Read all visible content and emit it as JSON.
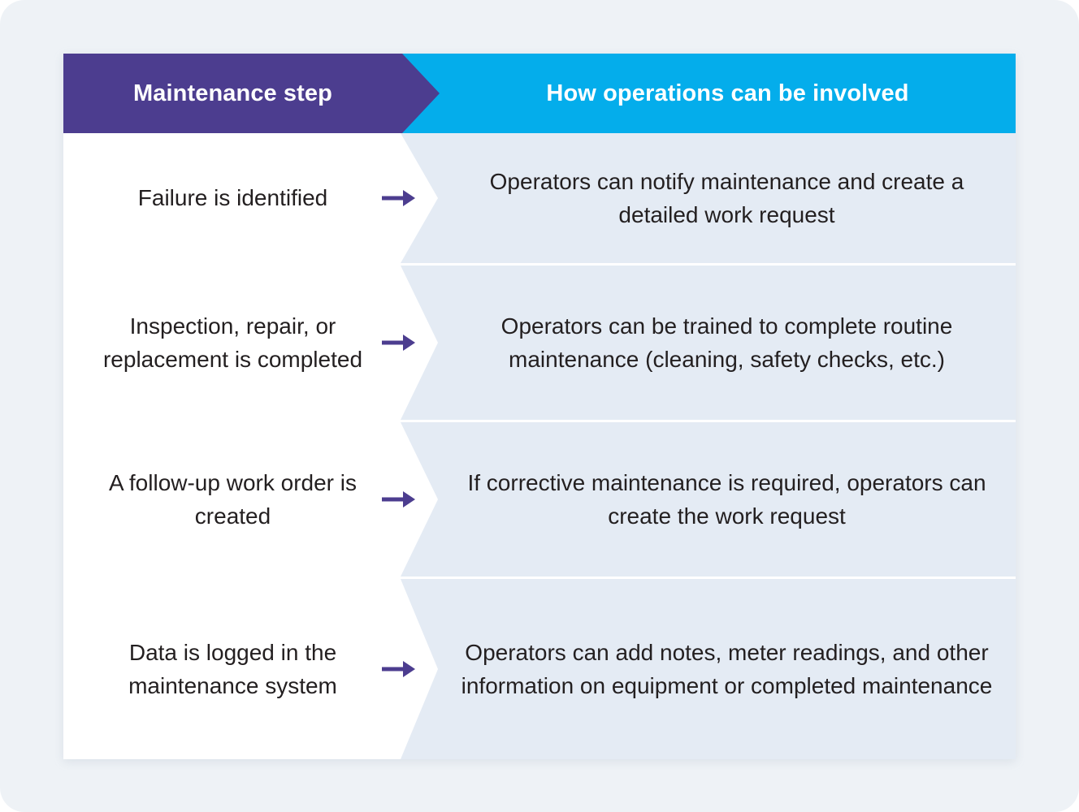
{
  "theme": {
    "page_background": "#EEF2F6",
    "header_left_color": "#4C3D8F",
    "header_right_color": "#04ADEB",
    "row_left_color": "#FFFFFF",
    "row_right_color": "#E4EBF4",
    "arrow_color": "#4C3D8F",
    "text_color": "#231F20",
    "header_text_color": "#FFFFFF"
  },
  "table": {
    "headers": {
      "left": "Maintenance step",
      "right": "How operations can be involved"
    },
    "arrow_icon": "arrow-right-icon",
    "rows": [
      {
        "step": "Failure is identified",
        "involvement": "Operators can notify maintenance and create a detailed work request"
      },
      {
        "step": "Inspection, repair, or replacement is completed",
        "involvement": "Operators can be trained to complete routine maintenance (cleaning, safety checks, etc.)"
      },
      {
        "step": "A follow-up work order is created",
        "involvement": "If corrective maintenance is required, operators can create the work request"
      },
      {
        "step": "Data is logged in the maintenance system",
        "involvement": "Operators can add notes, meter readings, and other information on equipment or completed maintenance"
      }
    ]
  }
}
